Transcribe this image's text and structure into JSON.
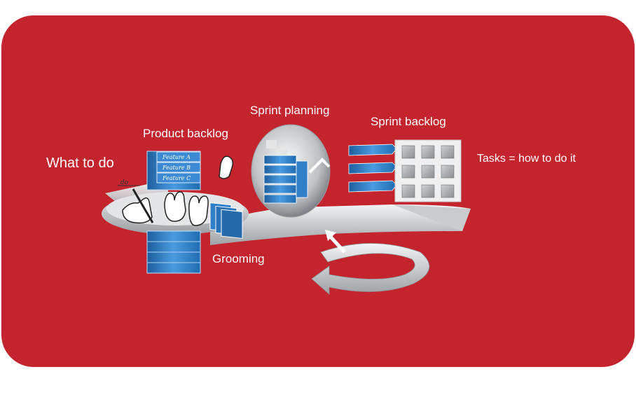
{
  "labels": {
    "what_to_do": "What to do",
    "product_backlog": "Product backlog",
    "sprint_planning": "Sprint planning",
    "sprint_backlog": "Sprint backlog",
    "tasks": "Tasks = how to do it",
    "grooming": "Grooming"
  },
  "features": [
    "Feature A",
    "Feature B",
    "Feature C"
  ],
  "hand_note": "do",
  "colors": {
    "background": "#c4242d",
    "card_blue": "#2f7fc8",
    "arrow_gray": "#d6d8da"
  }
}
